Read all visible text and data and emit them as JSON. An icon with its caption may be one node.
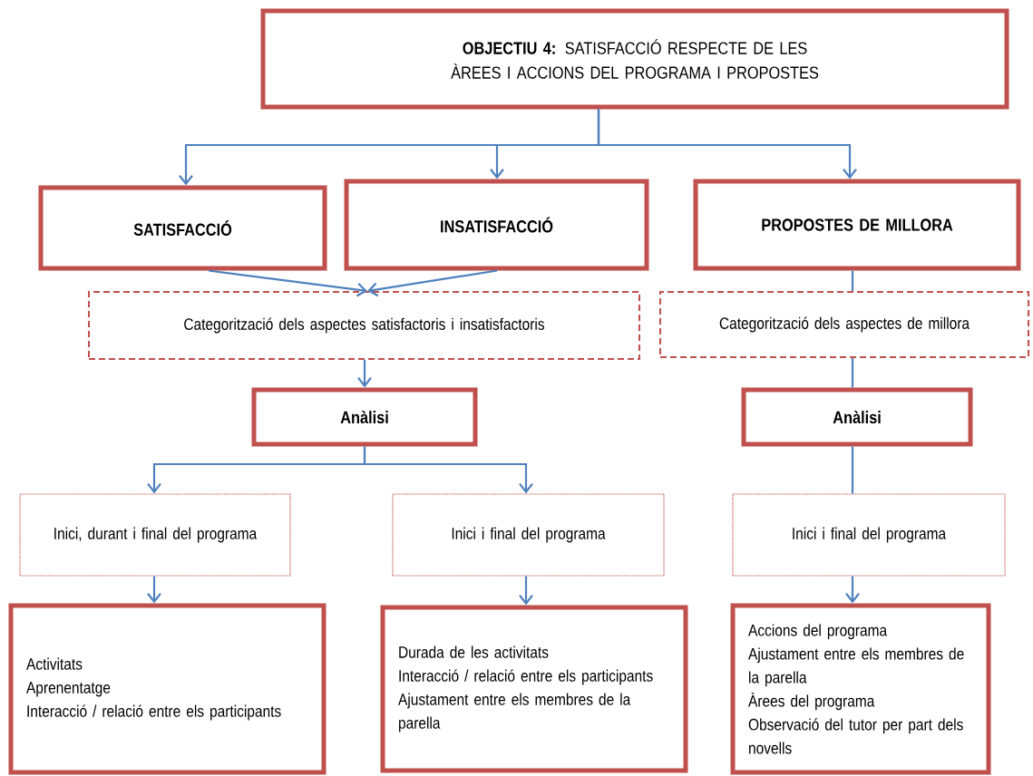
{
  "diagram": {
    "nodes": [
      {
        "text": [
          "**OBJECTIU 4:** SATISFACCIÓ RESPECTE DE LES ÀREES I ACCIONS DEL PROGRAMA I PROPOSTES"
        ]
      },
      {
        "text": [
          "SATISFACCIÓ"
        ]
      },
      {
        "text": [
          "INSATISFACCIÓ"
        ]
      },
      {
        "text": [
          "PROPOSTES DE MILLORA"
        ]
      },
      {
        "text": [
          "Categorització dels aspectes satisfactoris i insatisfactoris"
        ]
      },
      {
        "text": [
          "Categorització dels aspectes de millora"
        ]
      },
      {
        "text": [
          "Anàlisi"
        ]
      },
      {
        "text": [
          "Anàlisi"
        ]
      },
      {
        "text": [
          "Inici, durant i final del programa"
        ]
      },
      {
        "text": [
          "Inici i final del programa"
        ]
      },
      {
        "text": [
          "Inici i final del programa"
        ]
      },
      {
        "text": [
          "Activitats",
          "Aprenentatge",
          "Interacció / relació entre els participants"
        ]
      },
      {
        "text": [
          "Durada de les activitats",
          "Interacció / relació entre els participants",
          "Ajustament entre els membres de la parella"
        ]
      },
      {
        "text": [
          "Accions del programa",
          "Ajustament entre els membres de la parella",
          "Àrees del programa",
          "Observació del tutor per part dels novells"
        ]
      }
    ],
    "edges": [
      {
        "from": 0,
        "to": 1,
        "arrow": "to"
      },
      {
        "from": 0,
        "to": 2,
        "arrow": "to"
      },
      {
        "from": 0,
        "to": 3,
        "arrow": "to"
      },
      {
        "from": 1,
        "to": 4,
        "arrow": "to"
      },
      {
        "from": 2,
        "to": 4,
        "arrow": "to"
      },
      {
        "from": 3,
        "to": 5,
        "arrow": "none"
      },
      {
        "from": 4,
        "to": 6,
        "arrow": "to"
      },
      {
        "from": 5,
        "to": 7,
        "arrow": "none"
      },
      {
        "from": 6,
        "to": 8,
        "arrow": "to"
      },
      {
        "from": 6,
        "to": 9,
        "arrow": "to"
      },
      {
        "from": 7,
        "to": 10,
        "arrow": "none"
      },
      {
        "from": 8,
        "to": 11,
        "arrow": "to"
      },
      {
        "from": 9,
        "to": 12,
        "arrow": "to"
      },
      {
        "from": 10,
        "to": 13,
        "arrow": "to"
      }
    ]
  }
}
